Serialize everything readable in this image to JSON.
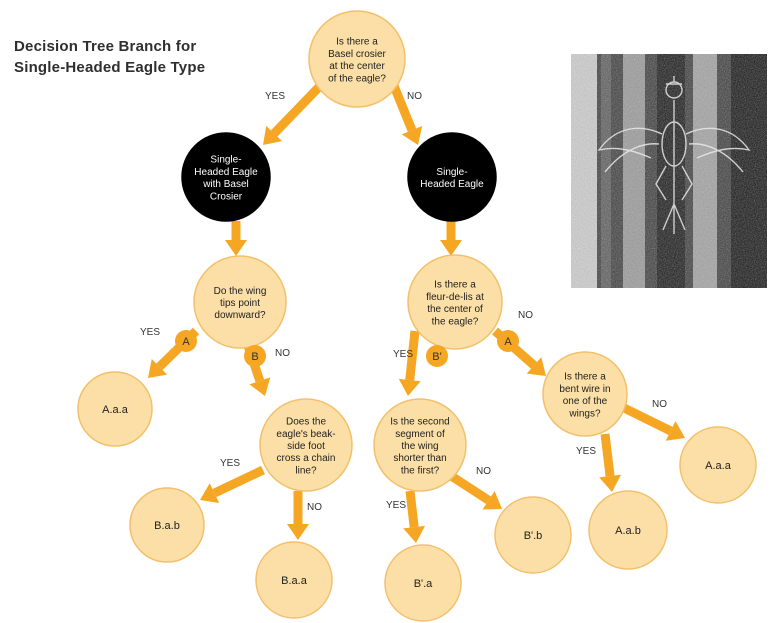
{
  "title": {
    "line1": "Decision Tree Branch for",
    "line2": "Single-Headed Eagle Type"
  },
  "colors": {
    "node_fill": "#fbdfa6",
    "node_stroke": "#f3c06a",
    "arrow": "#f5a623",
    "dark_node": "#000000",
    "badge": "#f5a623",
    "text": "#222222"
  },
  "nodes": [
    {
      "id": "q1",
      "kind": "light",
      "lines": [
        "Is there a",
        "Basel crosier",
        "at the center",
        "of the eagle?"
      ]
    },
    {
      "id": "d1",
      "kind": "dark",
      "lines": [
        "Single-",
        "Headed Eagle",
        "with Basel",
        "Crosier"
      ]
    },
    {
      "id": "d2",
      "kind": "dark",
      "lines": [
        "Single-",
        "Headed Eagle"
      ]
    },
    {
      "id": "q2",
      "kind": "light",
      "lines": [
        "Do the wing",
        "tips point",
        "downward?"
      ]
    },
    {
      "id": "q3",
      "kind": "light",
      "lines": [
        "Is there a",
        "fleur-de-lis at",
        "the center of",
        "the eagle?"
      ]
    },
    {
      "id": "l_aaa_left",
      "kind": "light",
      "lines": [
        "A.a.a"
      ]
    },
    {
      "id": "q4",
      "kind": "light",
      "lines": [
        "Does the",
        "eagle's beak-",
        "side foot",
        "cross a chain",
        "line?"
      ]
    },
    {
      "id": "q5",
      "kind": "light",
      "lines": [
        "Is the second",
        "segment of",
        "the wing",
        "shorter than",
        "the first?"
      ]
    },
    {
      "id": "q6",
      "kind": "light",
      "lines": [
        "Is there a",
        "bent wire in",
        "one of the",
        "wings?"
      ]
    },
    {
      "id": "l_bab",
      "kind": "light",
      "lines": [
        "B.a.b"
      ]
    },
    {
      "id": "l_baa",
      "kind": "light",
      "lines": [
        "B.a.a"
      ]
    },
    {
      "id": "l_bpa",
      "kind": "light",
      "lines": [
        "B'.a"
      ]
    },
    {
      "id": "l_bpb",
      "kind": "light",
      "lines": [
        "B'.b"
      ]
    },
    {
      "id": "l_aab",
      "kind": "light",
      "lines": [
        "A.a.b"
      ]
    },
    {
      "id": "l_aaa_right",
      "kind": "light",
      "lines": [
        "A.a.a"
      ]
    }
  ],
  "badges": [
    {
      "id": "badge_a_left",
      "text": "A"
    },
    {
      "id": "badge_b_left",
      "text": "B"
    },
    {
      "id": "badge_bp",
      "text": "B'"
    },
    {
      "id": "badge_a_right",
      "text": "A"
    }
  ],
  "edge_labels": [
    {
      "id": "yes_q1",
      "text": "YES"
    },
    {
      "id": "no_q1",
      "text": "NO"
    },
    {
      "id": "yes_q2",
      "text": "YES"
    },
    {
      "id": "no_q2",
      "text": "NO"
    },
    {
      "id": "yes_q3",
      "text": "YES"
    },
    {
      "id": "no_q3",
      "text": "NO"
    },
    {
      "id": "yes_q4",
      "text": "YES"
    },
    {
      "id": "no_q4",
      "text": "NO"
    },
    {
      "id": "yes_q5",
      "text": "YES"
    },
    {
      "id": "no_q5",
      "text": "NO"
    },
    {
      "id": "yes_q6",
      "text": "YES"
    },
    {
      "id": "no_q6",
      "text": "NO"
    }
  ],
  "photo": {
    "alt": "eagle-watermark-image"
  }
}
